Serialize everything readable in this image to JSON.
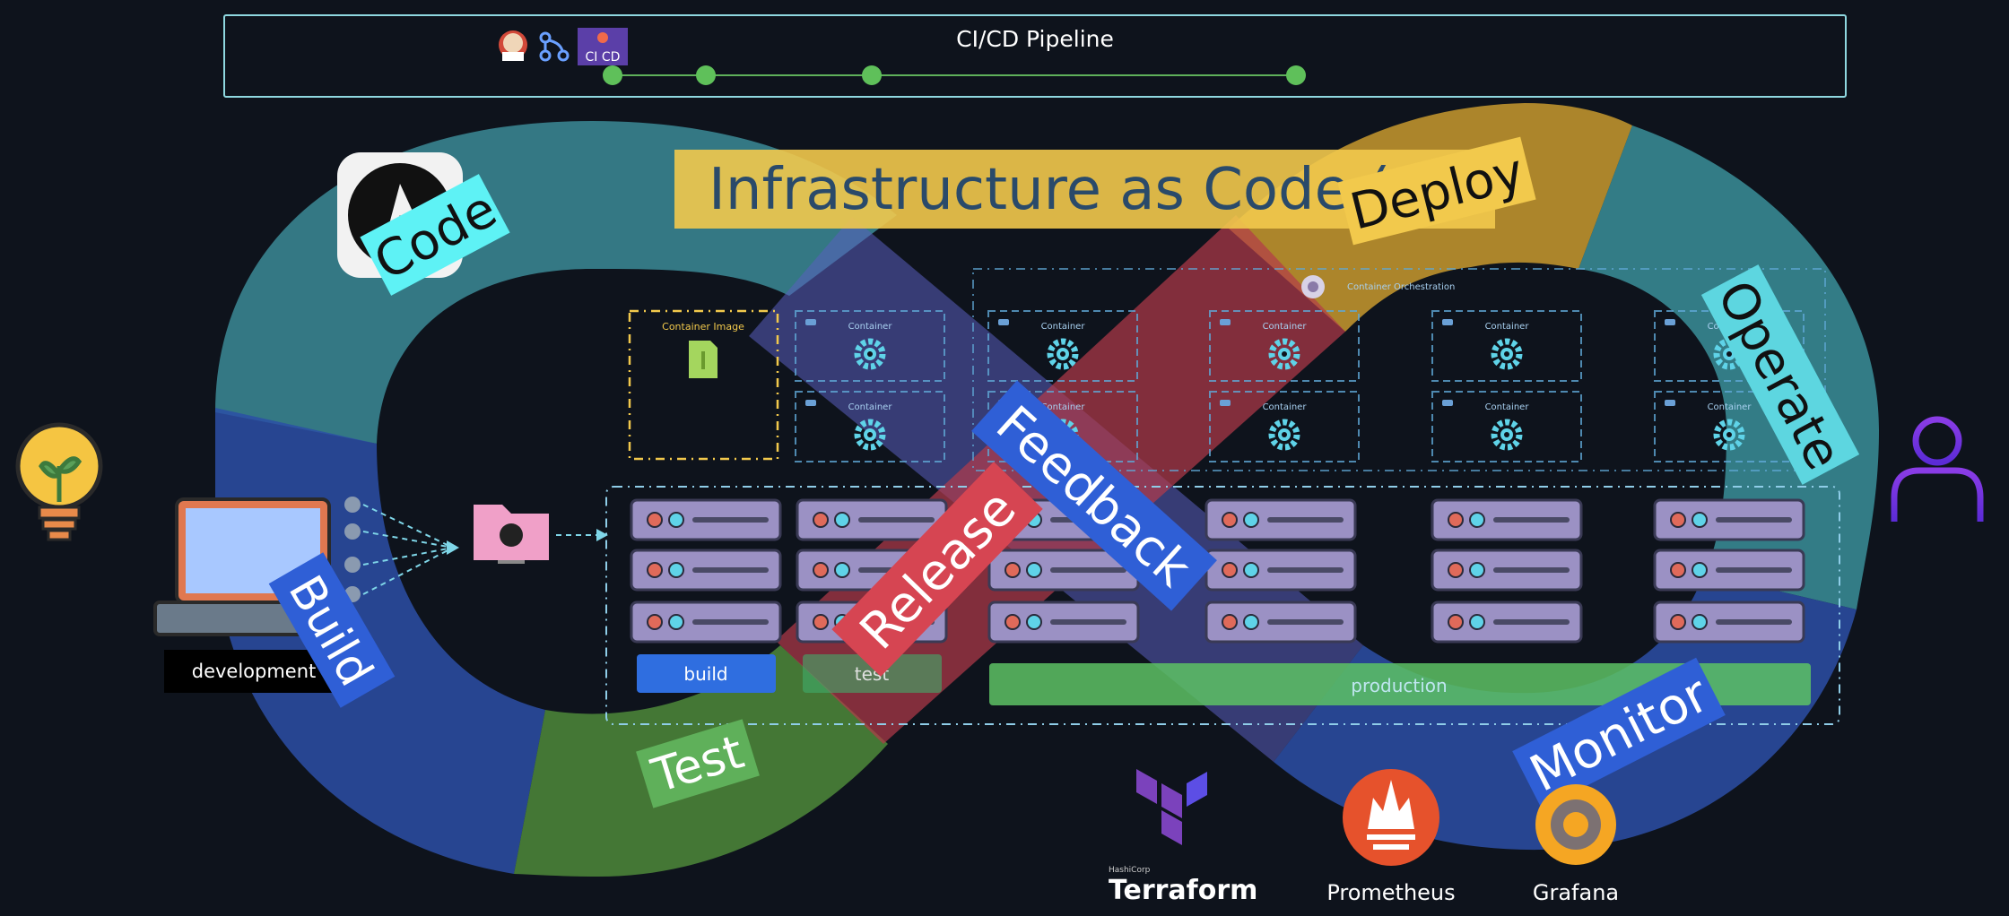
{
  "pipeline": {
    "title": "CI/CD Pipeline",
    "cicd_badge": "CI CD",
    "stage_dot_count": 4
  },
  "iac_banner": {
    "text": "Infrastructure as Code (",
    "color": "#f2c94c"
  },
  "devops_loop": {
    "segments": [
      {
        "label": "Code",
        "color": "#3d8f9b",
        "label_bg": "#5ef2f5",
        "label_fg": "#111111"
      },
      {
        "label": "Build",
        "color": "#2b4fa6",
        "label_bg": "#2f5fd6",
        "label_fg": "#ffffff"
      },
      {
        "label": "Test",
        "color": "#4e8a39",
        "label_bg": "#5fb05a",
        "label_fg": "#ffffff"
      },
      {
        "label": "Release",
        "color": "#b33a4a",
        "label_bg": "#d64552",
        "label_fg": "#ffffff"
      },
      {
        "label": "Deploy",
        "color": "#c89a2e",
        "label_bg": "#f2c94c",
        "label_fg": "#111111"
      },
      {
        "label": "Operate",
        "color": "#3a8f99",
        "label_bg": "#5dd6e0",
        "label_fg": "#111111"
      },
      {
        "label": "Monitor",
        "color": "#2b4fa6",
        "label_bg": "#2f5fd6",
        "label_fg": "#ffffff"
      },
      {
        "label": "Feedback",
        "color": "#4a56b8",
        "label_bg": "#2f5fd6",
        "label_fg": "#ffffff"
      }
    ]
  },
  "infrastructure": {
    "container_image_label": "Container Image",
    "orchestration_label": "Container Orchestration",
    "container_label": "Container",
    "env_labels": {
      "build": "build",
      "test": "test",
      "production": "production"
    },
    "env_colors": {
      "build": "#2f6ee0",
      "test": "#3fae6a",
      "production": "#5dc264"
    }
  },
  "dev_station": {
    "label": "development"
  },
  "tools": {
    "terraform": {
      "brand": "HashiCorp",
      "name": "Terraform",
      "color": "#7b42bc"
    },
    "prometheus": {
      "name": "Prometheus",
      "color": "#e6522c"
    },
    "grafana": {
      "name": "Grafana",
      "color": "#f5a623"
    }
  },
  "colors": {
    "background": "#0e131c",
    "server": "#9b91c4",
    "gear": "#5fd3e8",
    "user": "#8a3ce6"
  }
}
